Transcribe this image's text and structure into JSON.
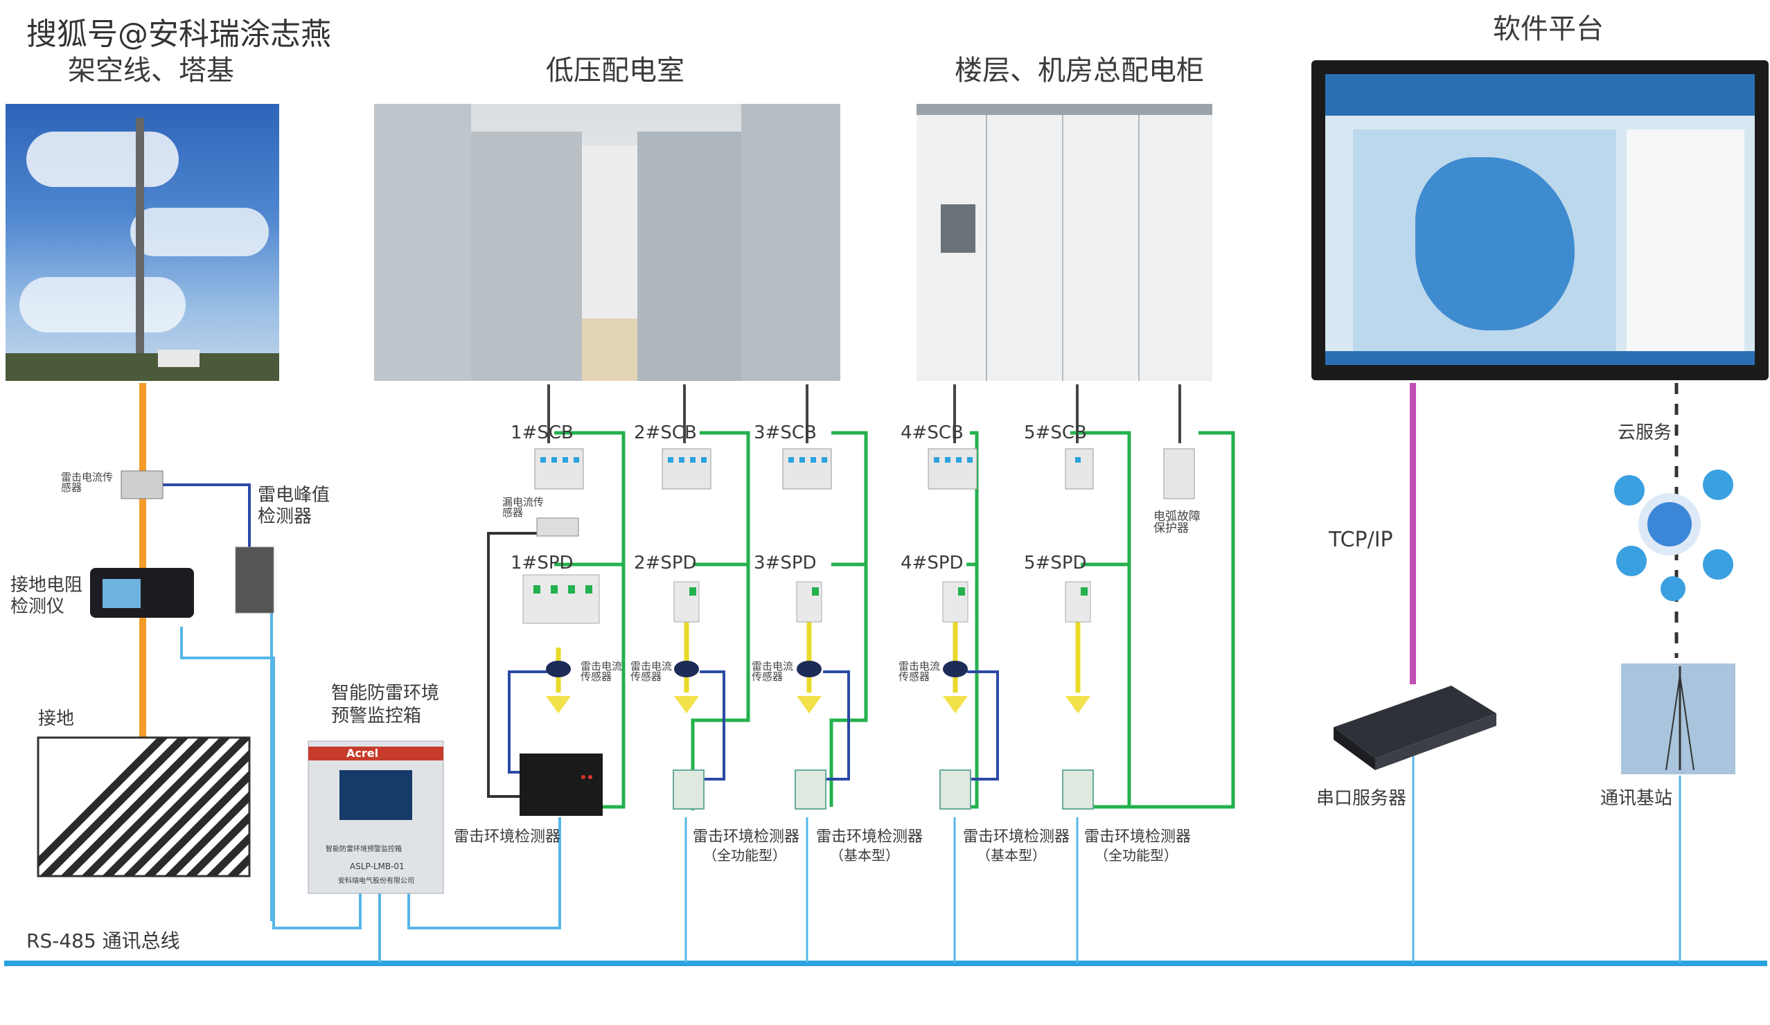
{
  "watermark": "搜狐号@安科瑞涂志燕",
  "sections": {
    "overhead": "架空线、塔基",
    "lv_room": "低压配电室",
    "floor_cabinet": "楼层、机房总配电柜",
    "software": "软件平台"
  },
  "left_devices": {
    "lightning_sensor": "雷击电流传感器",
    "peak_detector": "雷电峰值检测器",
    "ground_tester": "接地电阻检测仪",
    "grounding": "接地"
  },
  "monitor_box": {
    "label": "智能防雷环境预警监控箱",
    "brand": "Acrel",
    "screen_title": "智能防雷环境预警监控箱",
    "model": "ASLP-LMB-01",
    "company": "安科瑞电气股份有限公司"
  },
  "scb_labels": [
    "1#SCB",
    "2#SCB",
    "3#SCB",
    "4#SCB",
    "5#SCB"
  ],
  "spd_labels": [
    "1#SPD",
    "2#SPD",
    "3#SPD",
    "4#SPD",
    "5#SPD"
  ],
  "small_labels": {
    "leak_sensor_1": "漏电流传感器",
    "lightning_sensor_1": "雷击电流传感器",
    "lightning_sensor_2": "雷击电流传感器",
    "lightning_sensor_3": "雷击电流传感器",
    "lightning_sensor_4": "雷击电流传感器",
    "arc_protector": "电弧故障保护器"
  },
  "detectors": {
    "d1": "雷击环境检测器",
    "d2": "雷击环境检测器",
    "d2_type": "（全功能型）",
    "d3": "雷击环境检测器",
    "d3_type": "（基本型）",
    "d4": "雷击环境检测器",
    "d4_type": "（基本型）",
    "d5": "雷击环境检测器",
    "d5_type": "（全功能型）"
  },
  "network": {
    "tcpip": "TCP/IP",
    "cloud": "云服务",
    "serial_server": "串口服务器",
    "base_station": "通讯基站",
    "bus": "RS-485 通讯总线"
  },
  "colors": {
    "bus_blue": "#2aa3de",
    "orange": "#f39c2a",
    "green": "#23b14d",
    "navy": "#2b4aa6",
    "magenta": "#c24fb3",
    "light_blue": "#56b6e8"
  }
}
